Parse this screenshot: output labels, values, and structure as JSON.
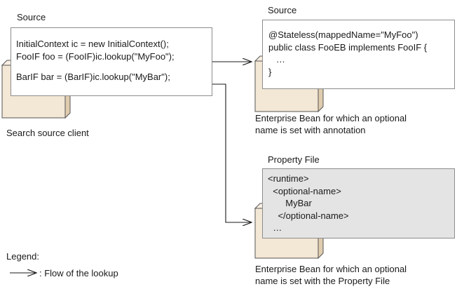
{
  "client": {
    "source_label": "Source",
    "lines": [
      "InitialContext ic = new InitialContext();",
      "FooIF foo = (FooIF)ic.lookup(\"MyFoo\");",
      "",
      "BarIF bar = (BarIF)ic.lookup(\"MyBar\");"
    ],
    "caption": "Search source client"
  },
  "annotated_bean": {
    "source_label": "Source",
    "lines": [
      "@Stateless(mappedName=\"MyFoo\")",
      "public class FooEB implements FooIF {",
      "   …",
      "}"
    ],
    "caption_lines": [
      "Enterprise Bean for which an optional",
      "name is set with annotation"
    ]
  },
  "property_bean": {
    "file_label": "Property File",
    "lines": [
      "<runtime>",
      "  <optional-name>",
      "       MyBar",
      "    </optional-name>",
      "  …"
    ],
    "caption_lines": [
      "Enterprise Bean for which an optional",
      "name is set with the Property File"
    ]
  },
  "legend": {
    "title": "Legend:",
    "arrow_label": ": Flow of the lookup"
  },
  "colors": {
    "box_face": "#f3e7d5",
    "box_side": "#e0ccae",
    "box_edge": "#555555",
    "property_fill": "#e4e4e4",
    "arrow": "#1a1a1a"
  }
}
